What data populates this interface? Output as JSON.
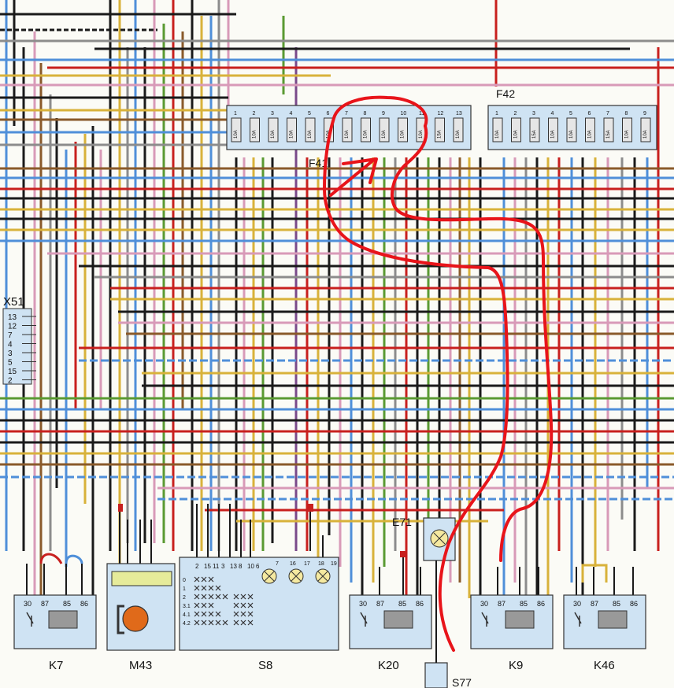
{
  "labels": {
    "fusebox_left": "F41",
    "fusebox_right": "F42",
    "connector": "X51",
    "lamp": "E71",
    "switch_bottom": "S77"
  },
  "fuses_left": [
    "1",
    "2",
    "3",
    "4",
    "5",
    "6",
    "7",
    "8",
    "9",
    "10",
    "11",
    "12",
    "13"
  ],
  "fuses_left_ratings": [
    "10A",
    "10A",
    "10A",
    "10A",
    "10A",
    "10A",
    "10A",
    "10A",
    "10A",
    "10A",
    "10A",
    "15A",
    "10A"
  ],
  "fuses_right": [
    "1",
    "2",
    "3",
    "4",
    "5",
    "6",
    "7",
    "8",
    "9"
  ],
  "fuses_right_ratings": [
    "10A",
    "10A",
    "15A",
    "10A",
    "10A",
    "10A",
    "15A",
    "10A",
    "10A"
  ],
  "connector_pins": [
    "13",
    "12",
    "7",
    "4",
    "3",
    "5",
    "15",
    "2"
  ],
  "relays": [
    {
      "name": "K7",
      "pins": [
        "30",
        "87",
        "85",
        "86"
      ]
    },
    {
      "name": "K20",
      "pins": [
        "30",
        "87",
        "85",
        "86"
      ]
    },
    {
      "name": "K9",
      "pins": [
        "30",
        "87",
        "85",
        "86"
      ]
    },
    {
      "name": "K46",
      "pins": [
        "30",
        "87",
        "85",
        "86"
      ]
    }
  ],
  "motor": {
    "name": "M43"
  },
  "switch_s8": {
    "name": "S8",
    "pins": [
      "2",
      "15",
      "11",
      "3",
      "13",
      "8",
      "10",
      "6"
    ],
    "lamp_pins": [
      "7",
      "16",
      "17",
      "18",
      "19"
    ],
    "positions": [
      "0",
      "1",
      "2",
      "3.1",
      "4.1",
      "4.2"
    ]
  },
  "colors": {
    "black": "#1a1a1a",
    "red": "#c8201e",
    "blue": "#4f8fd9",
    "yellow": "#d8b23a",
    "green": "#5a9a32",
    "pink": "#d89ab8",
    "brown": "#8a5a2a",
    "gray": "#8c8c8c",
    "violet": "#7a4a8a",
    "annotation": "#e8141a",
    "panel": "#cfe3f3"
  }
}
